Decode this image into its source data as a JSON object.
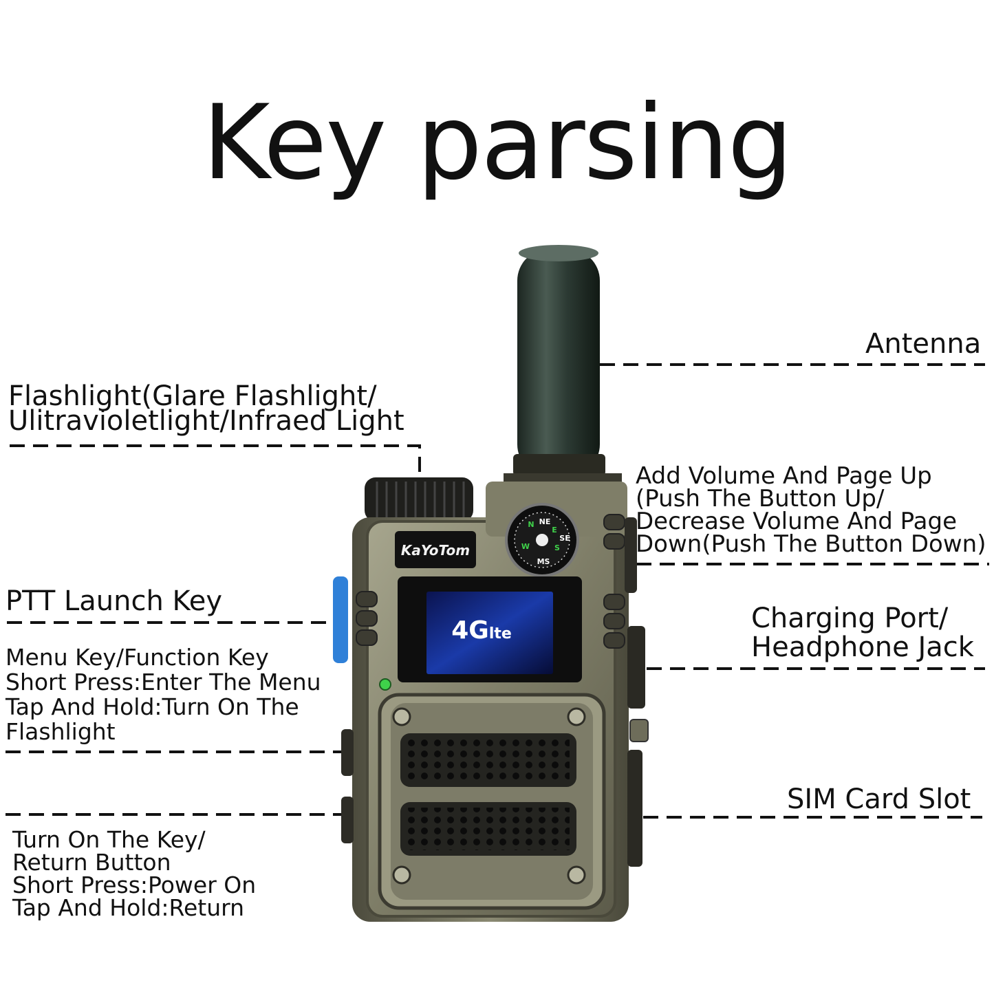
{
  "title": "Key parsing",
  "device": {
    "brand": "KaYoTom",
    "screen_logo": "4G",
    "screen_logo_suffix": "lte",
    "compass": {
      "n": "N",
      "ne": "NE",
      "e": "E",
      "se": "SE",
      "s": "S",
      "ms": "MS",
      "w": "W"
    },
    "colors": {
      "body": "#8c8b73",
      "antenna": "#2d3b33",
      "ptt": "#2f80d8",
      "screen": "#0a1a6a",
      "led": "#3fd14a"
    }
  },
  "labels": {
    "antenna": [
      "Antenna"
    ],
    "flashlight": [
      "Flashlight(Glare Flashlight/",
      "Ulitravioletlight/Infraed Light"
    ],
    "volume": [
      "Add Volume And Page Up",
      "(Push The Button Up/",
      "Decrease Volume And Page",
      "Down(Push The Button Down)"
    ],
    "ptt": [
      "PTT Launch Key"
    ],
    "charging": [
      "Charging Port/",
      "Headphone Jack"
    ],
    "menu": [
      "Menu Key/Function Key",
      "Short Press:Enter The Menu",
      "Tap And Hold:Turn On The",
      "Flashlight"
    ],
    "sim": [
      "SIM Card Slot"
    ],
    "power": [
      "Turn On The Key/",
      "Return Button",
      "Short Press:Power On",
      "Tap And Hold:Return"
    ]
  }
}
